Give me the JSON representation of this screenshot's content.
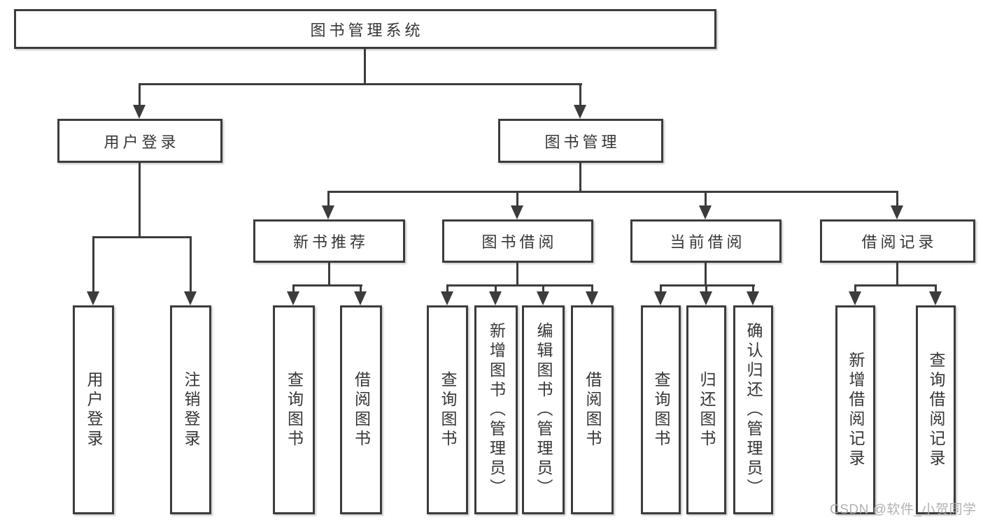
{
  "diagram": {
    "root": {
      "label": "图书管理系统"
    },
    "user_login": {
      "label": "用户登录",
      "children": [
        {
          "label": "用户登录"
        },
        {
          "label": "注销登录"
        }
      ]
    },
    "book_mgmt": {
      "label": "图书管理",
      "groups": [
        {
          "label": "新书推荐",
          "children": [
            {
              "label": "查询图书"
            },
            {
              "label": "借阅图书"
            }
          ]
        },
        {
          "label": "图书借阅",
          "children": [
            {
              "label": "查询图书"
            },
            {
              "label": "新增图书（管理员）"
            },
            {
              "label": "编辑图书（管理员）"
            },
            {
              "label": "借阅图书"
            }
          ]
        },
        {
          "label": "当前借阅",
          "children": [
            {
              "label": "查询图书"
            },
            {
              "label": "归还图书"
            },
            {
              "label": "确认归还（管理员）"
            }
          ]
        },
        {
          "label": "借阅记录",
          "children": [
            {
              "label": "新增借阅记录"
            },
            {
              "label": "查询借阅记录"
            }
          ]
        }
      ]
    },
    "colors": {
      "line": "#3c3c3c",
      "text": "#363636",
      "background": "#ffffff",
      "watermark": "#ababab"
    }
  },
  "watermark": {
    "text": "CSDN @软件_小贺同学"
  }
}
